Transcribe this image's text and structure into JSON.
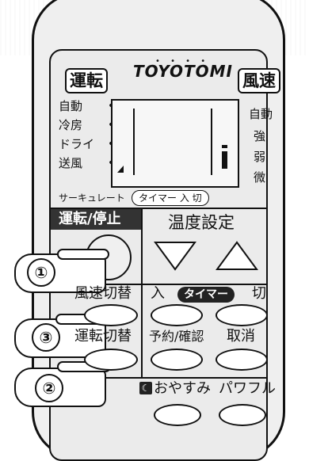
{
  "header": {
    "run_label": "運転",
    "brand": "TOYOTOMI",
    "fan_speed_label": "風速"
  },
  "mode_labels": [
    "自動",
    "冷房",
    "ドライ",
    "送風"
  ],
  "speed_labels": [
    "自動",
    "強",
    "弱",
    "微"
  ],
  "circulate_label": "サーキュレート",
  "timer_pill": "タイマー 入 切",
  "run_stop_label": "運転/停止",
  "temp_label": "温度設定",
  "fan_switch_label": "風速切替",
  "timer_in_label": "入",
  "timer_center_label": "タイマー",
  "timer_off_label": "切",
  "run_switch_label": "運転切替",
  "reserve_confirm_label": "予約/確認",
  "cancel_label": "取消",
  "sleep_label": "おやすみ",
  "powerful_label": "パワフル",
  "steps": [
    "①",
    "③",
    "②"
  ]
}
